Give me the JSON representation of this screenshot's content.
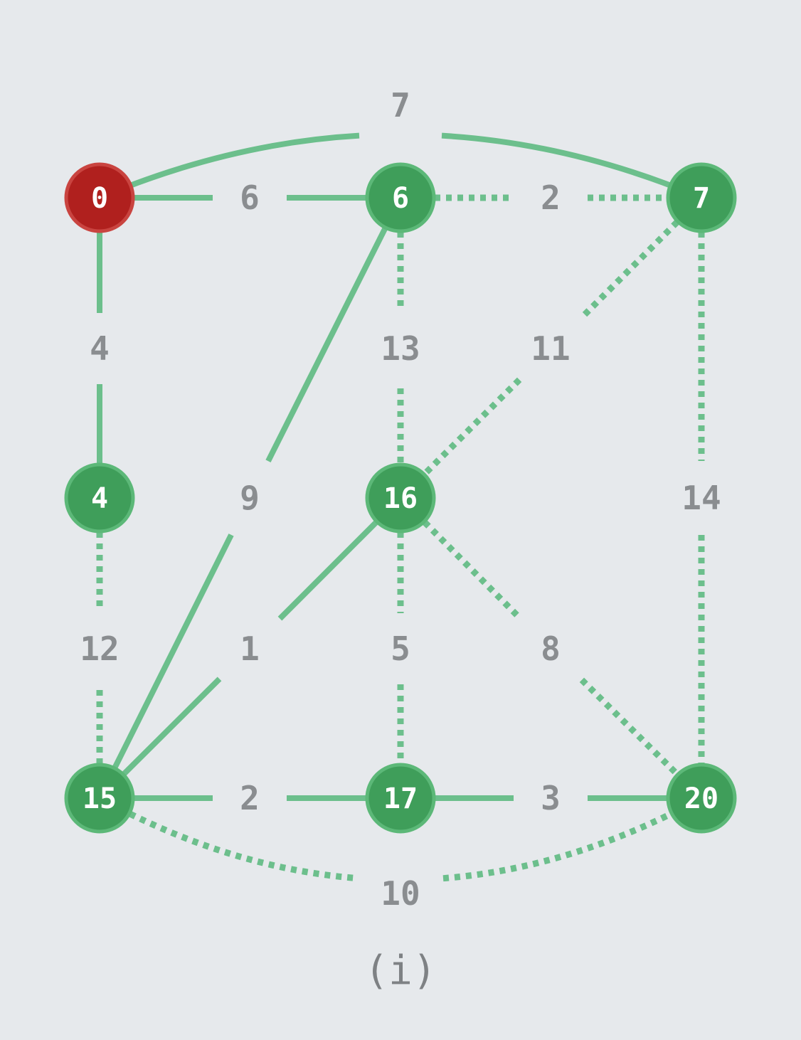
{
  "colors": {
    "background": "#e6e9ec",
    "edge": "#6cbf8c",
    "node_fill": "#3f9e5a",
    "node_border": "#5cb878",
    "source_fill": "#b0201e",
    "source_border": "#c94440",
    "node_text": "#ffffff",
    "label_text": "#8a8d90"
  },
  "caption": "(i)",
  "nodes": [
    {
      "id": "n0",
      "label": "0",
      "source": true
    },
    {
      "id": "n6a",
      "label": "6"
    },
    {
      "id": "n7a",
      "label": "7"
    },
    {
      "id": "n4",
      "label": "4"
    },
    {
      "id": "n16",
      "label": "16"
    },
    {
      "id": "n15",
      "label": "15"
    },
    {
      "id": "n17",
      "label": "17"
    },
    {
      "id": "n20",
      "label": "20"
    }
  ],
  "edges": [
    {
      "from": "n0",
      "to": "n7a",
      "weight": "7",
      "style": "solid"
    },
    {
      "from": "n0",
      "to": "n6a",
      "weight": "6",
      "style": "solid"
    },
    {
      "from": "n6a",
      "to": "n7a",
      "weight": "2",
      "style": "dotted"
    },
    {
      "from": "n0",
      "to": "n4",
      "weight": "4",
      "style": "solid"
    },
    {
      "from": "n6a",
      "to": "n16",
      "weight": "13",
      "style": "dotted"
    },
    {
      "from": "n7a",
      "to": "n16",
      "weight": "11",
      "style": "dotted"
    },
    {
      "from": "n6a",
      "to": "n15",
      "weight": "9",
      "style": "solid"
    },
    {
      "from": "n7a",
      "to": "n20",
      "weight": "14",
      "style": "dotted"
    },
    {
      "from": "n4",
      "to": "n15",
      "weight": "12",
      "style": "dotted"
    },
    {
      "from": "n16",
      "to": "n15",
      "weight": "1",
      "style": "solid"
    },
    {
      "from": "n16",
      "to": "n17",
      "weight": "5",
      "style": "dotted"
    },
    {
      "from": "n16",
      "to": "n20",
      "weight": "8",
      "style": "dotted"
    },
    {
      "from": "n15",
      "to": "n17",
      "weight": "2",
      "style": "solid"
    },
    {
      "from": "n17",
      "to": "n20",
      "weight": "3",
      "style": "solid"
    },
    {
      "from": "n15",
      "to": "n20",
      "weight": "10",
      "style": "dotted"
    }
  ]
}
